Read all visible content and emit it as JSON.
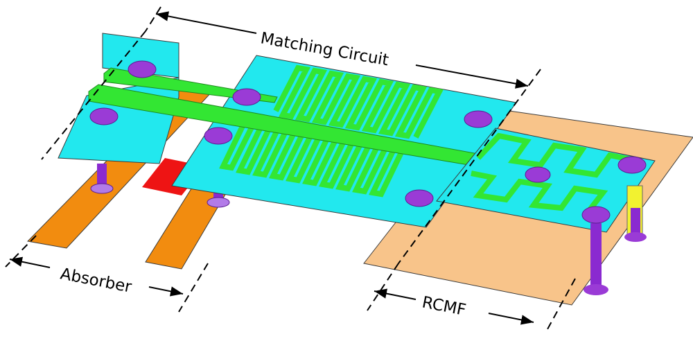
{
  "labels": {
    "matching_circuit": "Matching Circuit",
    "absorber": "Absorber",
    "rcmf": "RCMF"
  },
  "colors": {
    "absorber_strip": "#f28c0f",
    "absorber_resistor": "#ee1414",
    "matching_substrate": "#22e8ee",
    "conductor_trace": "#33e633",
    "rcmf_substrate": "#f8c48a",
    "via_cap": "#9a3bd6",
    "via_post": "#8a2ad0",
    "yellow_side": "#f2f230",
    "dimension_lines": "#000000"
  }
}
